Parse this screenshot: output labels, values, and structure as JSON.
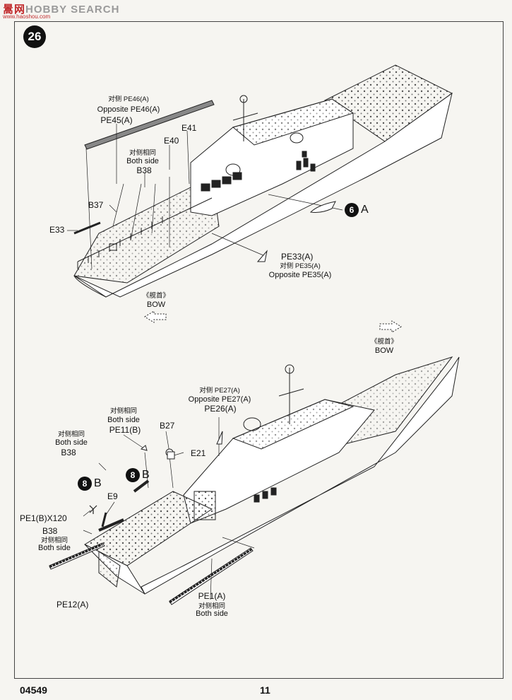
{
  "watermark": {
    "cn": "暠网",
    "en": "HOBBY SEARCH",
    "url": "www.haoshou.com"
  },
  "step_number": "26",
  "top_view": {
    "pe46_cn": "对侧 PE46(A)",
    "pe46_en": "Opposite PE46(A)",
    "pe45": "PE45(A)",
    "e41": "E41",
    "e40": "E40",
    "b38_cn": "对侧相同",
    "b38_en": "Both side",
    "b38": "B38",
    "b37": "B37",
    "e33": "E33",
    "ref_num": "6",
    "ref_letter": "A",
    "pe33": "PE33(A)",
    "pe35_cn": "对侧 PE35(A)",
    "pe35_en": "Opposite PE35(A)",
    "bow_cn": "《舰首》",
    "bow_en": "BOW"
  },
  "bottom_view": {
    "bow_cn": "《舰首》",
    "bow_en": "BOW",
    "pe27_cn": "对侧 PE27(A)",
    "pe27_en": "Opposite PE27(A)",
    "pe26": "PE26(A)",
    "pe11_cn": "对侧相同",
    "pe11_en": "Both side",
    "pe11": "PE11(B)",
    "b27": "B27",
    "e21": "E21",
    "b38_cn": "对侧相同",
    "b38_en": "Both side",
    "b38": "B38",
    "ref1_num": "8",
    "ref1_letter": "B",
    "ref2_num": "8",
    "ref2_letter": "B",
    "e9": "E9",
    "pe1b": "PE1(B)X120",
    "b38b": "B38",
    "b38b_cn": "对侧相同",
    "b38b_en": "Both side",
    "pe12": "PE12(A)",
    "pe1a": "PE1(A)",
    "pe1a_cn": "对侧相同",
    "pe1a_en": "Both side"
  },
  "footer": {
    "code": "04549",
    "page": "11"
  }
}
